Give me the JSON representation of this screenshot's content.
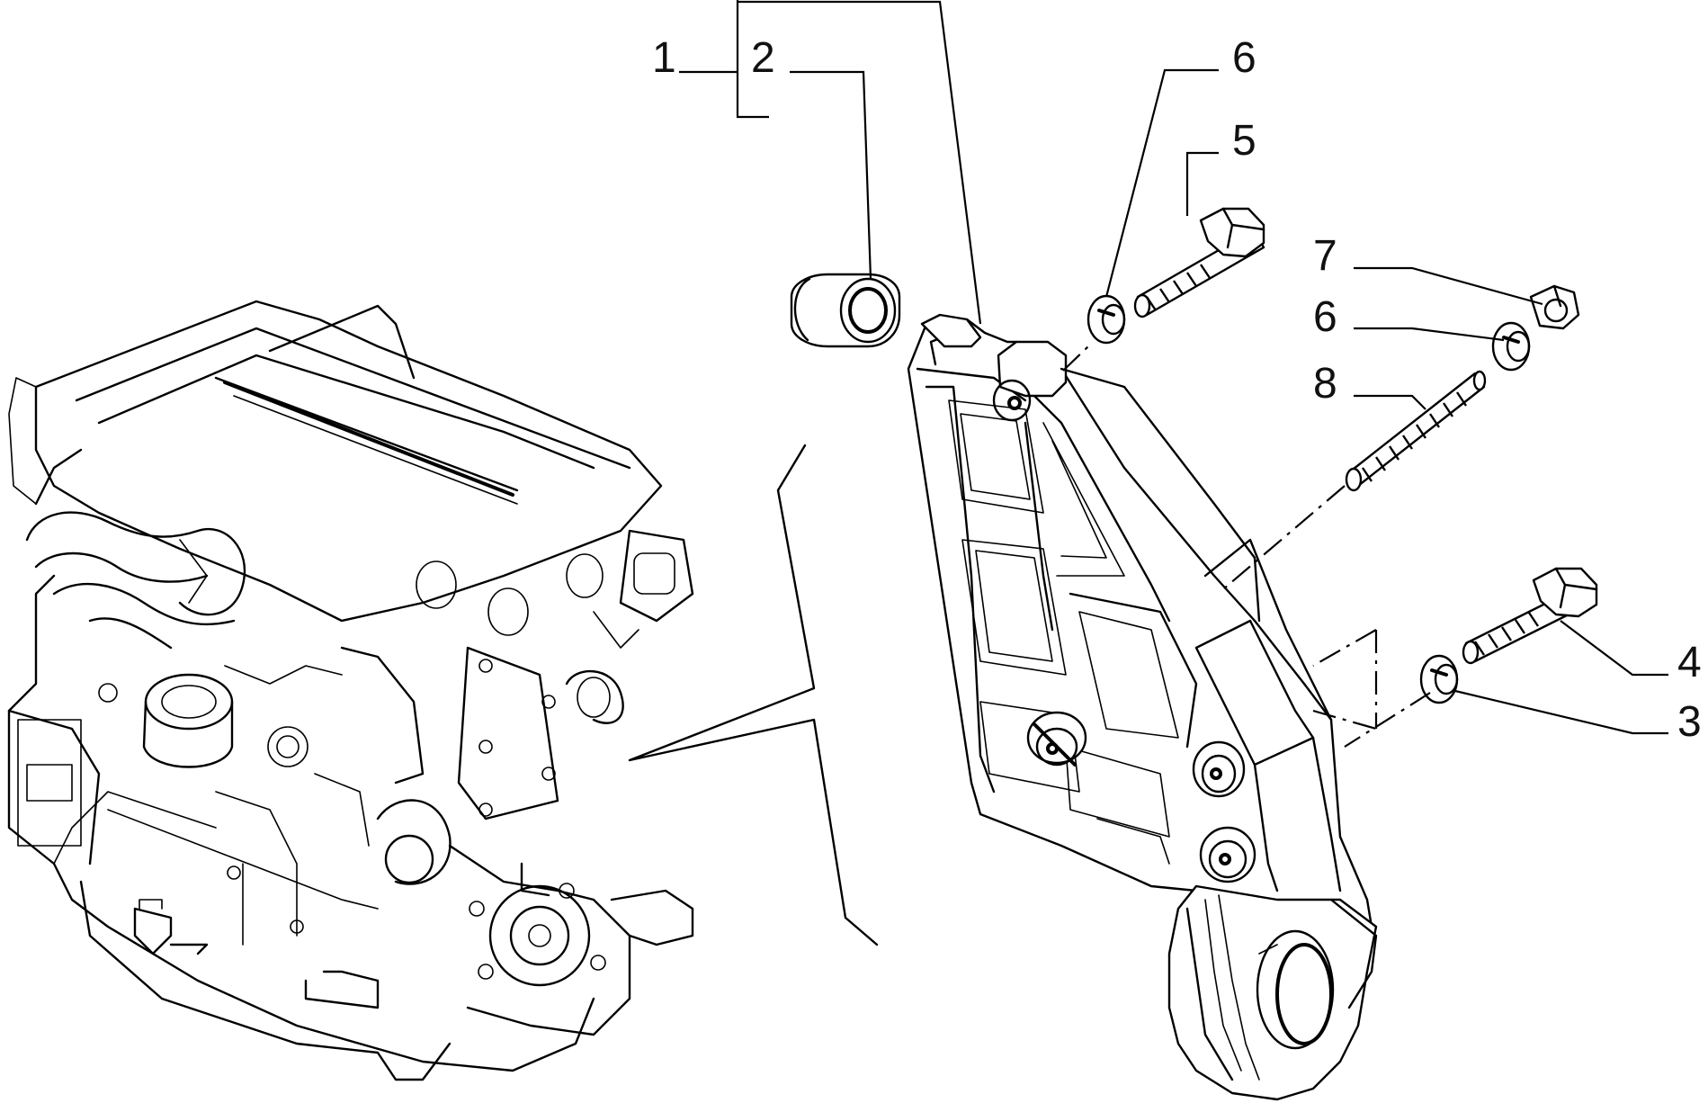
{
  "callouts": {
    "c1": "1",
    "c2": "2",
    "c3": "3",
    "c4": "4",
    "c5": "5",
    "c6a": "6",
    "c6b": "6",
    "c7": "7",
    "c8": "8"
  }
}
